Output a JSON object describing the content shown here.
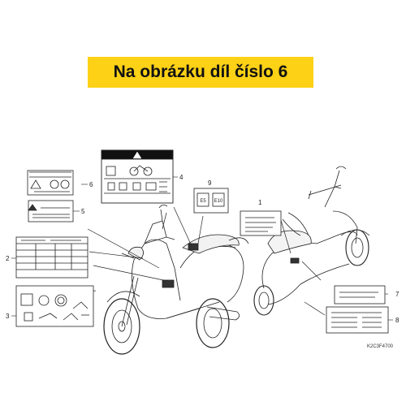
{
  "banner": {
    "text": "Na obrázku díl číslo 6",
    "color": "#fcd116"
  },
  "callouts": {
    "c1": "1",
    "c2": "2",
    "c3": "3",
    "c4": "4",
    "c5": "5",
    "c6": "6",
    "c7": "7",
    "c8": "8",
    "c9": "9"
  },
  "badges": {
    "e5": "E5",
    "e10": "E10"
  },
  "diagram_code": "K2C3F4700",
  "icons": [
    "warning-triangle-icon",
    "fuel-pump-icon",
    "motorcycle-icon",
    "tire-icon",
    "helmet-icon",
    "rider-icon",
    "battery-icon"
  ]
}
